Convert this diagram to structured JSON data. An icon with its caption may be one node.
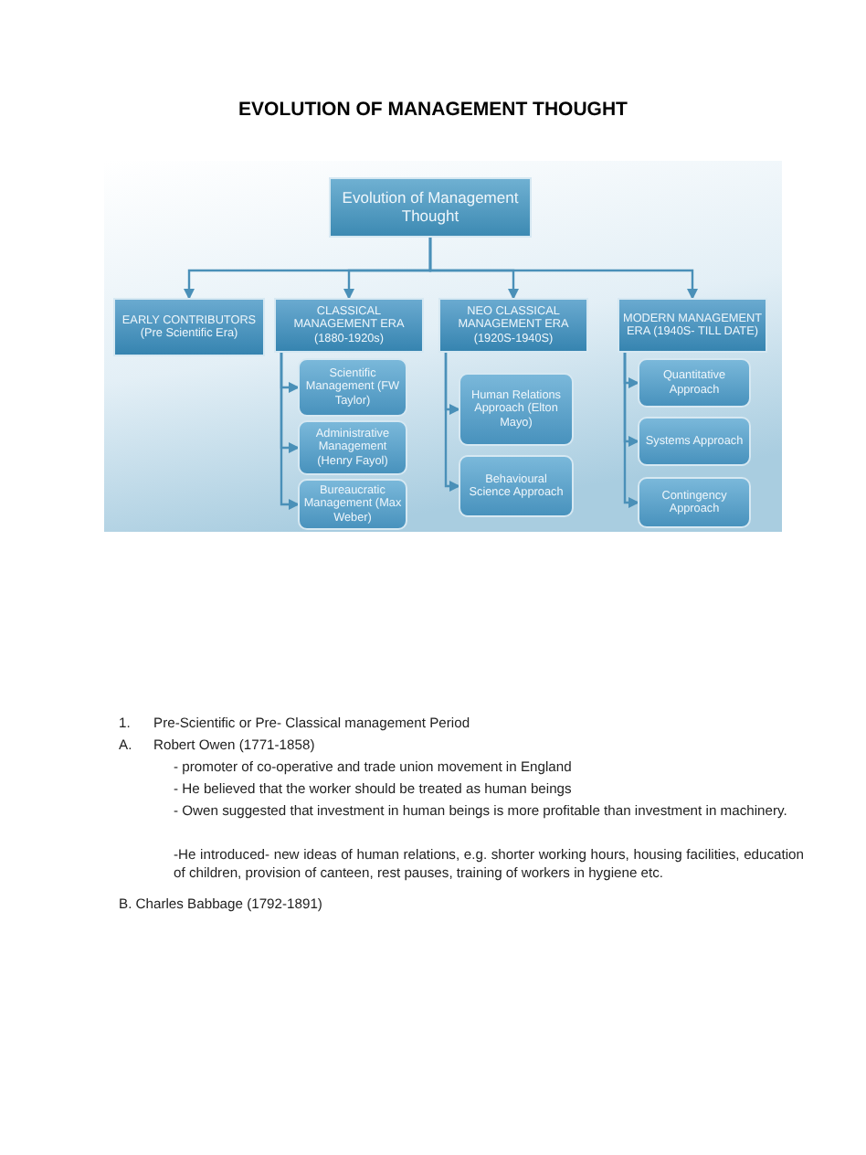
{
  "diagram": {
    "title": "EVOLUTION OF MANAGEMENT THOUGHT",
    "nodes": [
      {
        "text": [
          "Evolution of Management Thought"
        ]
      },
      {
        "text": [
          "EARLY CONTRIBUTORS (Pre Scientific Era)"
        ]
      },
      {
        "text": [
          "CLASSICAL MANAGEMENT ERA (1880-1920s)"
        ]
      },
      {
        "text": [
          "NEO CLASSICAL MANAGEMENT ERA (1920S-1940S)"
        ]
      },
      {
        "text": [
          "MODERN MANAGEMENT ERA (1940S- TILL DATE)"
        ]
      },
      {
        "text": [
          "Scientific Management (FW Taylor)"
        ]
      },
      {
        "text": [
          "Administrative Management (Henry Fayol)"
        ]
      },
      {
        "text": [
          "Bureaucratic Management (Max Weber)"
        ]
      },
      {
        "text": [
          "Human Relations Approach (Elton Mayo)"
        ]
      },
      {
        "text": [
          "Behavioural Science Approach"
        ]
      },
      {
        "text": [
          "Quantitative Approach"
        ]
      },
      {
        "text": [
          "Systems Approach"
        ]
      },
      {
        "text": [
          "Contingency Approach"
        ]
      }
    ],
    "edges": [
      {
        "from": 0,
        "to": 1,
        "arrow": "to"
      },
      {
        "from": 0,
        "to": 2,
        "arrow": "to"
      },
      {
        "from": 0,
        "to": 3,
        "arrow": "to"
      },
      {
        "from": 0,
        "to": 4,
        "arrow": "to"
      },
      {
        "from": 2,
        "to": 5,
        "arrow": "to"
      },
      {
        "from": 2,
        "to": 6,
        "arrow": "to"
      },
      {
        "from": 2,
        "to": 7,
        "arrow": "to"
      },
      {
        "from": 3,
        "to": 8,
        "arrow": "to"
      },
      {
        "from": 3,
        "to": 9,
        "arrow": "to"
      },
      {
        "from": 4,
        "to": 10,
        "arrow": "to"
      },
      {
        "from": 4,
        "to": 11,
        "arrow": "to"
      },
      {
        "from": 4,
        "to": 12,
        "arrow": "to"
      }
    ],
    "labels": [
      "1.",
      "Pre-Scientific or Pre- Classical management Period",
      "A.",
      "Robert Owen (1771-1858)",
      "- promoter of co-operative and trade union movement in England",
      "- He believed that the worker should be treated as human beings",
      "- Owen suggested that investment in human beings is more profitable than investment in machinery.",
      "-He introduced- new ideas of human relations, e.g. shorter working hours, housing facilities, education of children, provision of canteen, rest pauses, training of workers in hygiene etc.",
      "B. Charles Babbage (1792-1891)"
    ]
  }
}
